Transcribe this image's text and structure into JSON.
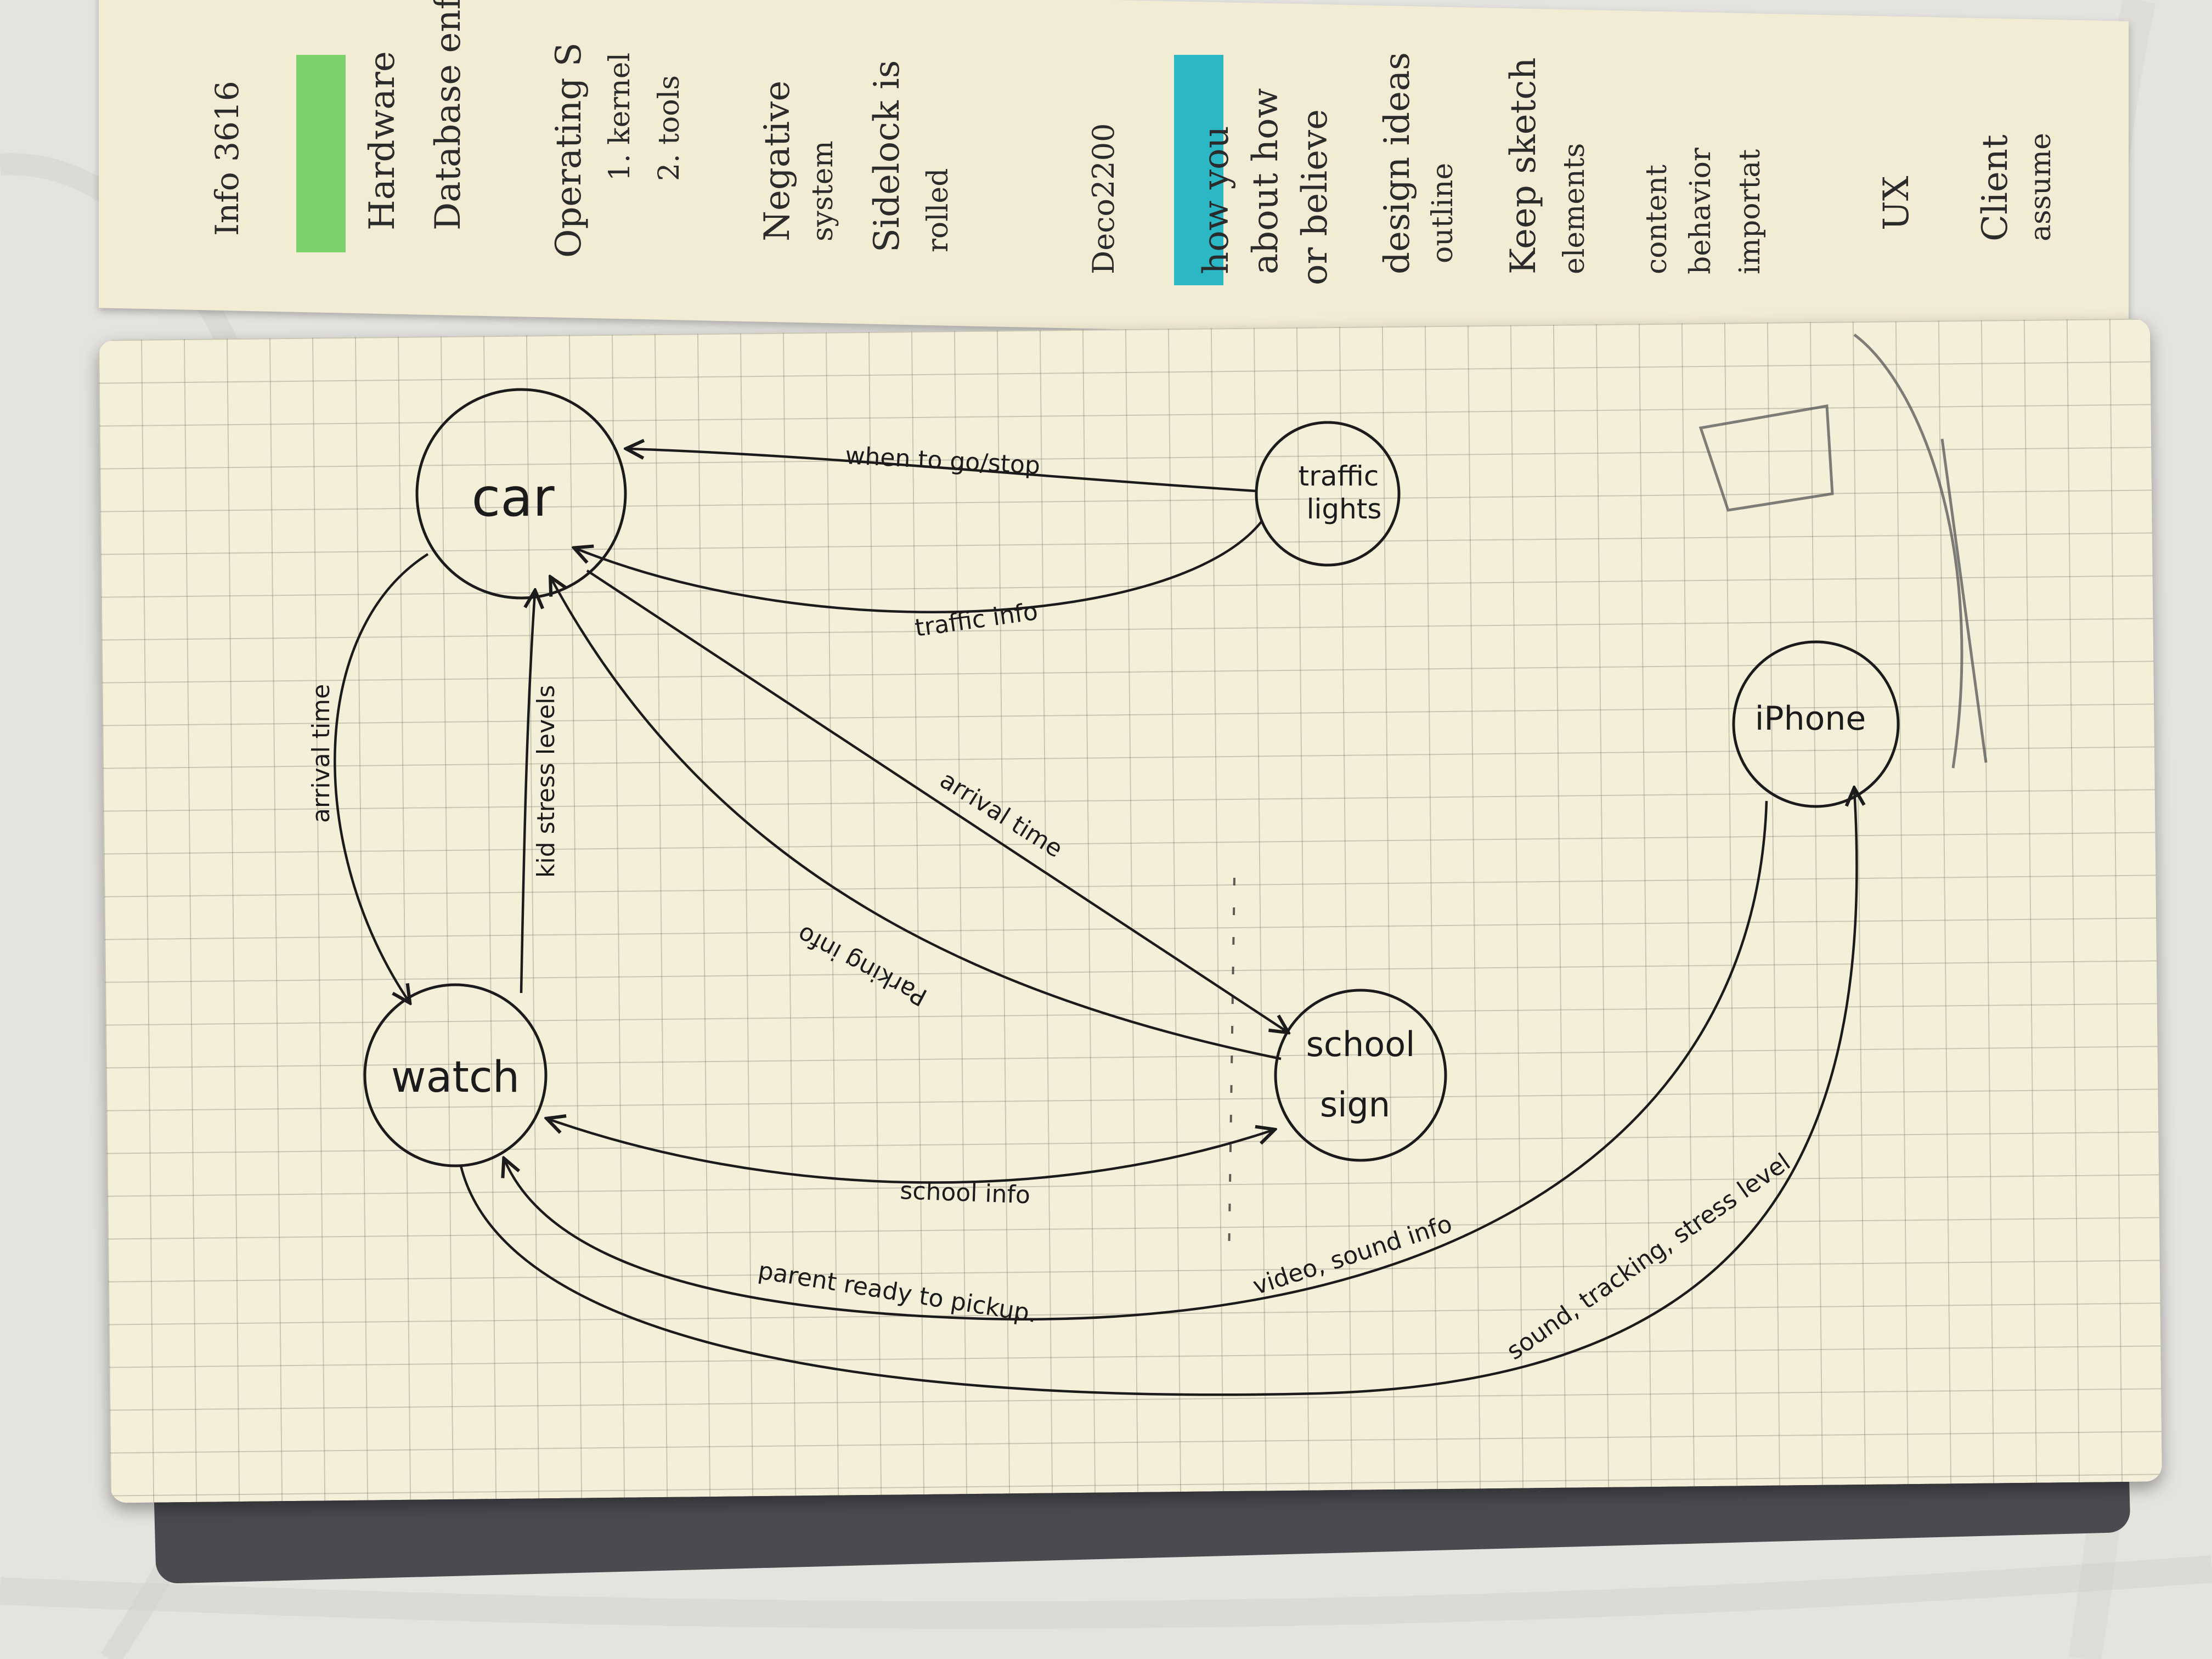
{
  "notebook": {
    "top_page_tabs": [
      "Info 3616",
      "Deco2200"
    ],
    "top_page_notes": [
      "Hardware",
      "Database enforce",
      "Operating S",
      "1. kernel",
      "2. tools",
      "Negative",
      "system",
      "Sidelock is",
      "rolled",
      "how you",
      "about how",
      "or believe",
      "design ideas",
      "outline",
      "Keep sketch",
      "elements",
      "content",
      "behavior",
      "importat",
      "UX",
      "Client",
      "assume"
    ]
  },
  "diagram": {
    "nodes": [
      {
        "id": "car",
        "label": "car"
      },
      {
        "id": "traffic_lights",
        "label_line1": "traffic",
        "label_line2": "lights"
      },
      {
        "id": "watch",
        "label": "watch"
      },
      {
        "id": "school_sign",
        "label_line1": "school",
        "label_line2": "sign"
      },
      {
        "id": "iphone",
        "label": "iPhone"
      }
    ],
    "edges": [
      {
        "from": "traffic_lights",
        "to": "car",
        "label": "when to go/stop"
      },
      {
        "from": "traffic_lights",
        "to": "car",
        "label": "traffic info"
      },
      {
        "from": "car",
        "to": "watch",
        "label": "arrival time"
      },
      {
        "from": "watch",
        "to": "car",
        "label": "kid stress levels"
      },
      {
        "from": "car",
        "to": "school_sign",
        "label": "arrival time"
      },
      {
        "from": "school_sign",
        "to": "car",
        "label": "Parking info"
      },
      {
        "from": "watch",
        "to": "school_sign",
        "label": "school info"
      },
      {
        "from": "iphone",
        "to": "watch",
        "label_part1": "parent ready to pickup.",
        "label_part2": "video, sound info"
      },
      {
        "from": "watch",
        "to": "iphone",
        "label": "sound, tracking, stress level"
      }
    ]
  },
  "colors": {
    "ink": "#1b1b1b",
    "paper": "#f4efd9",
    "grid": "#a8a79c",
    "tab_green": "#7cd06a",
    "tab_cyan": "#2bb7c4"
  }
}
